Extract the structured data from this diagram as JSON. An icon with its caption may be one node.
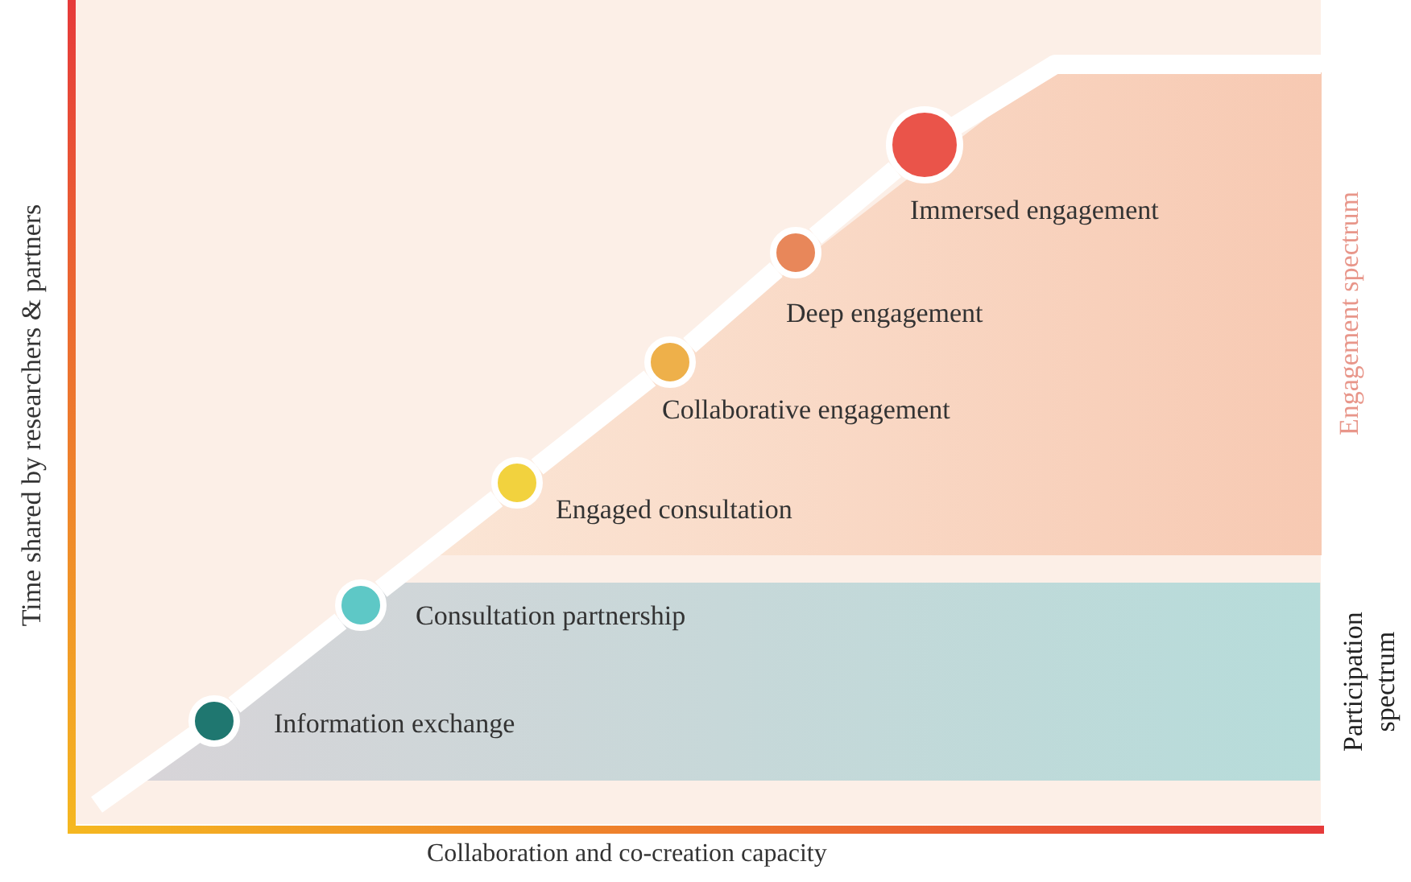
{
  "diagram": {
    "nodes": [
      {
        "text": [],
        "shape": "circle",
        "beside": [
          "Information exchange"
        ]
      },
      {
        "text": [],
        "shape": "circle",
        "beside": [
          "Consultation partnership"
        ]
      },
      {
        "text": [],
        "shape": "circle",
        "beside": [
          "Engaged consultation"
        ]
      },
      {
        "text": [],
        "shape": "circle",
        "beside": [
          "Collaborative engagement"
        ]
      },
      {
        "text": [],
        "shape": "circle",
        "beside": [
          "Deep engagement"
        ]
      },
      {
        "text": [],
        "shape": "circle",
        "beside": [
          "Immersed engagement"
        ]
      }
    ],
    "edges": [
      {
        "from": 0,
        "to": 1,
        "arrow": "none"
      },
      {
        "from": 1,
        "to": 2,
        "arrow": "none"
      },
      {
        "from": 2,
        "to": 3,
        "arrow": "none"
      },
      {
        "from": 3,
        "to": 4,
        "arrow": "none"
      },
      {
        "from": 4,
        "to": 5,
        "arrow": "none"
      }
    ],
    "labels": [
      "Engagement spectrum",
      "Participation spectrum",
      "Time shared by researchers & partners",
      "Collaboration and co-creation capacity"
    ]
  }
}
